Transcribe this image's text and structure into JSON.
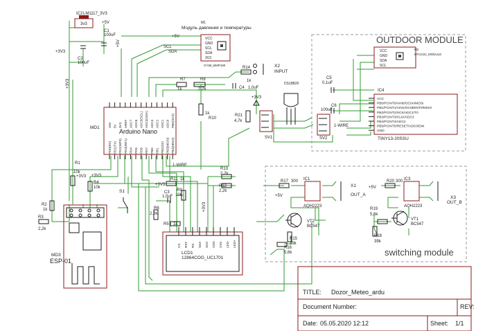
{
  "components": {
    "ic2": {
      "ref": "IC2",
      "value": "LM1117_3V3",
      "pin_label": "3v3"
    },
    "c1": {
      "ref": "C1",
      "value": "100uF"
    },
    "c2": {
      "ref": "C2",
      "value": "100uF"
    },
    "md1": {
      "ref": "MD1",
      "name": "Arduino Nano",
      "top_pins": [
        "VIN",
        "5V",
        "3V3",
        "AREF",
        "ADC7",
        "ADC6",
        "ADC5(SCL)",
        "ADC4(SDA)",
        "ADC3",
        "ADC2",
        "ADC1",
        "ADC0",
        "PB5(SCK)"
      ],
      "bottom_pins": [
        "PD0(RX)",
        "PD1(TX)",
        "PD2(INT0)",
        "PD3(INT1)",
        "PD4",
        "PD5",
        "PD6",
        "PD7",
        "PB0",
        "PB1",
        "PB2(SS)",
        "PB3(MOSI)",
        "PB4(MISO)"
      ]
    },
    "m1": {
      "ref": "M1",
      "title": "Модуль давления и температуры",
      "pins": [
        "VCC",
        "GND",
        "SCL",
        "SDA",
        "3V3"
      ],
      "sub": "GY68_BMP180"
    },
    "r1": {
      "ref": "R1",
      "value": "10k"
    },
    "r2": {
      "ref": "R2",
      "value": "1k"
    },
    "r3": {
      "ref": "R3",
      "value": "2,2k"
    },
    "r4": {
      "ref": "R4",
      "value": "10k"
    },
    "r5": {
      "ref": "R5",
      "value": "1k"
    },
    "r7": {
      "ref": "R7",
      "value": "1k"
    },
    "r8": {
      "ref": "R8",
      "value": "2,2k"
    },
    "r9": {
      "ref": "R9",
      "value": "10k"
    },
    "r10": {
      "ref": "R10",
      "value": "1k"
    },
    "r11": {
      "ref": "R11",
      "value": "1k"
    },
    "r12": {
      "ref": "R12",
      "value": "2,2k"
    },
    "r13": {
      "ref": "R13",
      "value": "2,2k"
    },
    "r14": {
      "ref": "R14",
      "value": "1k"
    },
    "r6": {
      "ref": "R6",
      "value": "2,2k"
    },
    "r21": {
      "ref": "R21",
      "value": "4,7k"
    },
    "c3": {
      "ref": "C3",
      "value": "1,0uF"
    },
    "c4": {
      "ref": "C4",
      "value": "1,0uF"
    },
    "s1": {
      "ref": "S1"
    },
    "x2": {
      "ref": "X2",
      "label": "INPUT"
    },
    "ds": {
      "ref": "DS18B20"
    },
    "sv1": {
      "ref": "SV1"
    },
    "sv2": {
      "ref": "SV2"
    },
    "md3": {
      "ref": "MD3",
      "name": "ESP-01"
    },
    "lcd1": {
      "ref": "LCD1",
      "name": "12864COG_UC1701",
      "pins": [
        "CS",
        "RST",
        "RS",
        "SDA",
        "SCK",
        "VDD",
        "VSS",
        "LED-",
        "LED+"
      ]
    },
    "m2": {
      "ref": "M2",
      "sub": "HTU21D_MODULE",
      "pins": [
        "VCC",
        "GND",
        "SDA",
        "SCL"
      ]
    },
    "ic4": {
      "ref": "IC4",
      "name": "TINY13-20SSU",
      "pins": [
        "VCC",
        "PB0/PCINT0/AIN0/OC0A/MOSI",
        "PB1/PCINT1/AIN1/OC0B/INT0/MISO",
        "PB2/PCINT2/SCK/ADC1/T0",
        "PB3/PCINT3/CLKI/ADC3",
        "PB4/PCINT4/ADC2",
        "PB5/PCINT5/RESET/ADC0/DW",
        "GND"
      ]
    },
    "c5": {
      "ref": "C5",
      "value": "0,1uF"
    },
    "c6": {
      "ref": "C6",
      "value": "100uF"
    },
    "ic1": {
      "ref": "IC1",
      "name": "AQH2223"
    },
    "ic3": {
      "ref": "IC3",
      "name": "AQH2223"
    },
    "r15": {
      "ref": "R15",
      "value": "39k"
    },
    "r16": {
      "ref": "R16",
      "value": "5,6k"
    },
    "r17": {
      "ref": "R17",
      "value": "300"
    },
    "r18": {
      "ref": "R18",
      "value": "39k"
    },
    "r19": {
      "ref": "R19",
      "value": "5,6k"
    },
    "r20": {
      "ref": "R20",
      "value": "300"
    },
    "vt1": {
      "ref": "VT1",
      "value": "BC547"
    },
    "vt2": {
      "ref": "VT2",
      "value": "BC547"
    },
    "x1": {
      "ref": "X1",
      "label": "OUT_A"
    },
    "x3": {
      "ref": "X3",
      "label": "OUT_B"
    }
  },
  "nets": {
    "v5": "+5V",
    "v3": "+3V3",
    "scl": "SCL",
    "sda": "SDA",
    "onewire": "1-WIRE"
  },
  "sections": {
    "outdoor": "OUTDOOR MODULE",
    "switching": "switching module"
  },
  "title_block": {
    "title_label": "TITLE:",
    "title": "Dozor_Meteo_ardu",
    "doc_label": "Document Number:",
    "rev_label": "REV:",
    "date_label": "Date:",
    "date": "05.05.2020 12:12",
    "sheet_label": "Sheet:",
    "sheet": "1/1"
  }
}
